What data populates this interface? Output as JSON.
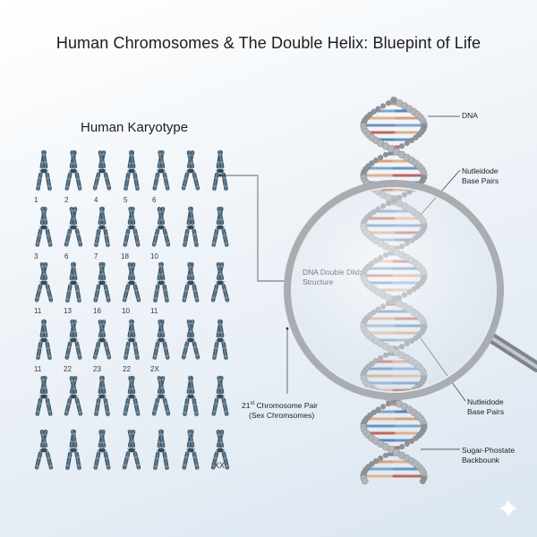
{
  "title": "Human Chromosomes & The Double Helix: Bluepint of Life",
  "karyotype": {
    "title": "Human Karyotype",
    "row_labels": [
      [
        "1",
        "2",
        "4",
        "5",
        "6"
      ],
      [
        "3",
        "6",
        "7",
        "18",
        "10"
      ],
      [
        "11",
        "13",
        "16",
        "10",
        "11"
      ],
      [
        "11",
        "22",
        "23",
        "22",
        "2X"
      ]
    ],
    "sex_label": "XX"
  },
  "labels": {
    "dna": "DNA",
    "base_pairs_top": [
      "Nutleidode",
      "Base Pairs"
    ],
    "double_helix": [
      "DNA Double Dlidx",
      "Structure"
    ],
    "chromosome_pair": [
      "21st Chromosome Pair",
      "(Sex Chromsomes)"
    ],
    "base_pairs_bottom": [
      "Nutleidode",
      "Base Pairs"
    ],
    "backbone": [
      "Sugar-Phostate",
      "Backbounk"
    ]
  },
  "colors": {
    "chromosome": "#3d5566",
    "chromosome_band": "#8aa3b3",
    "backbone": "#9ea1a5",
    "base_pair_palette": [
      "#c0665a",
      "#5a86b8",
      "#d9a079",
      "#7fa6c9",
      "#e0b090",
      "#6b93c0"
    ],
    "lens_rim": "#a9adb2",
    "leader": "#333333"
  }
}
